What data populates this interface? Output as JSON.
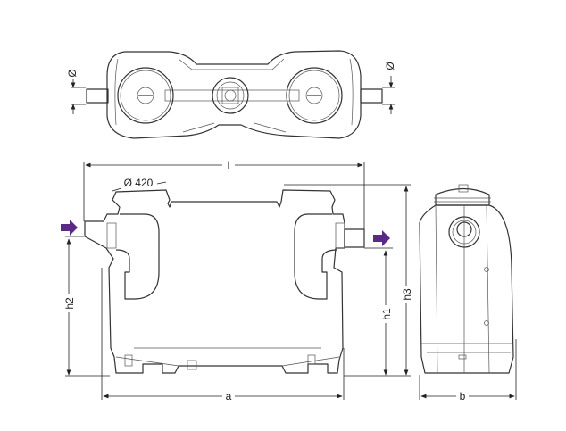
{
  "labels": {
    "diameter_left": "Ø",
    "diameter_right": "Ø",
    "length": "l",
    "lid_diameter": "Ø 420",
    "inlet_height": "h2",
    "outlet_height": "h1",
    "total_height": "h3",
    "base_length": "a",
    "width": "b"
  },
  "colors": {
    "flow_arrow": "#5b2a86",
    "line": "#333333"
  },
  "icons": {
    "inlet": "arrow-right-icon",
    "outlet": "arrow-right-icon"
  }
}
